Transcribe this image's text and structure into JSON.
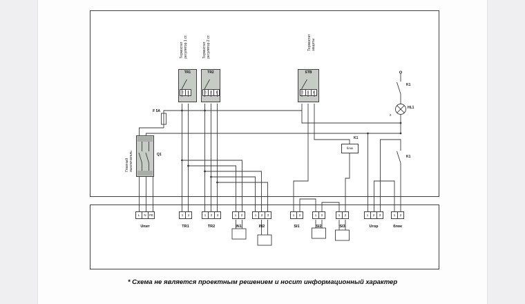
{
  "footer": {
    "note": "* Схема не является проектным решением и носит информационный характер"
  },
  "colors": {
    "wire": "#3a3a3a",
    "block_fill": "#c6cbc6"
  },
  "blocks": {
    "tr1": {
      "title": "TR1",
      "caption": "Термостат регулятор 1 ст.",
      "pins": [
        "C",
        "1"
      ]
    },
    "tr2": {
      "title": "TR2",
      "caption": "Термостат регулятор 2 ст.",
      "pins": [
        "C",
        "2",
        "1"
      ]
    },
    "stb": {
      "title": "STB",
      "caption": "Термостат защиты",
      "pins": [
        "C",
        "1",
        "2"
      ]
    }
  },
  "devices": {
    "fuse_label": "F 5A",
    "q1": {
      "label": "Q1",
      "caption": "Главный выключатель"
    },
    "k1_top": "K1",
    "hl1": "HL1",
    "lamp_pin": "2",
    "k1_coil": {
      "label": "K1",
      "text": "блок"
    },
    "k1_bottom": "K1"
  },
  "terminals": {
    "groups": [
      {
        "name": "Uпит",
        "cells": [
          "L",
          "N",
          "PE"
        ]
      },
      {
        "name": "TR1",
        "cells": [
          "1",
          "2"
        ]
      },
      {
        "name": "TR2",
        "cells": [
          "1",
          "2",
          "3"
        ]
      },
      {
        "name": "IN1",
        "cells": [
          "1",
          "2"
        ]
      },
      {
        "name": "IN2",
        "cells": [
          "1",
          "2",
          "3"
        ]
      },
      {
        "name": "SI1",
        "cells": [
          "1",
          "2"
        ]
      },
      {
        "name": "SI2",
        "cells": [
          "1",
          "2"
        ]
      },
      {
        "name": "SI3",
        "cells": [
          "1",
          "2"
        ]
      },
      {
        "name": "Uгор",
        "cells": [
          "1",
          "2",
          "3"
        ]
      },
      {
        "name": "блок",
        "cells": [
          "1",
          "2"
        ]
      }
    ]
  }
}
